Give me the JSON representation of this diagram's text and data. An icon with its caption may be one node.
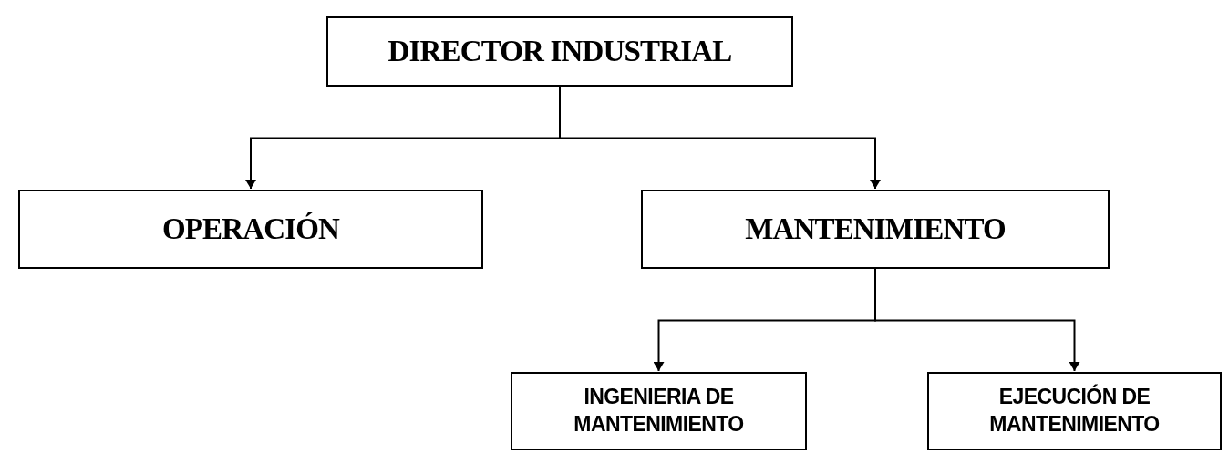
{
  "diagram": {
    "nodes": [
      {
        "text": [
          "DIRECTOR INDUSTRIAL"
        ]
      },
      {
        "text": [
          "OPERACIÓN"
        ]
      },
      {
        "text": [
          "MANTENIMIENTO"
        ]
      },
      {
        "text": [
          "INGENIERIA DE MANTENIMIENTO"
        ]
      },
      {
        "text": [
          "EJECUCIÓN DE MANTENIMIENTO"
        ]
      }
    ],
    "edges": [
      {
        "from": 0,
        "to": 1,
        "arrow": "to"
      },
      {
        "from": 0,
        "to": 2,
        "arrow": "to"
      },
      {
        "from": 2,
        "to": 3,
        "arrow": "to"
      },
      {
        "from": 2,
        "to": 4,
        "arrow": "to"
      }
    ]
  }
}
